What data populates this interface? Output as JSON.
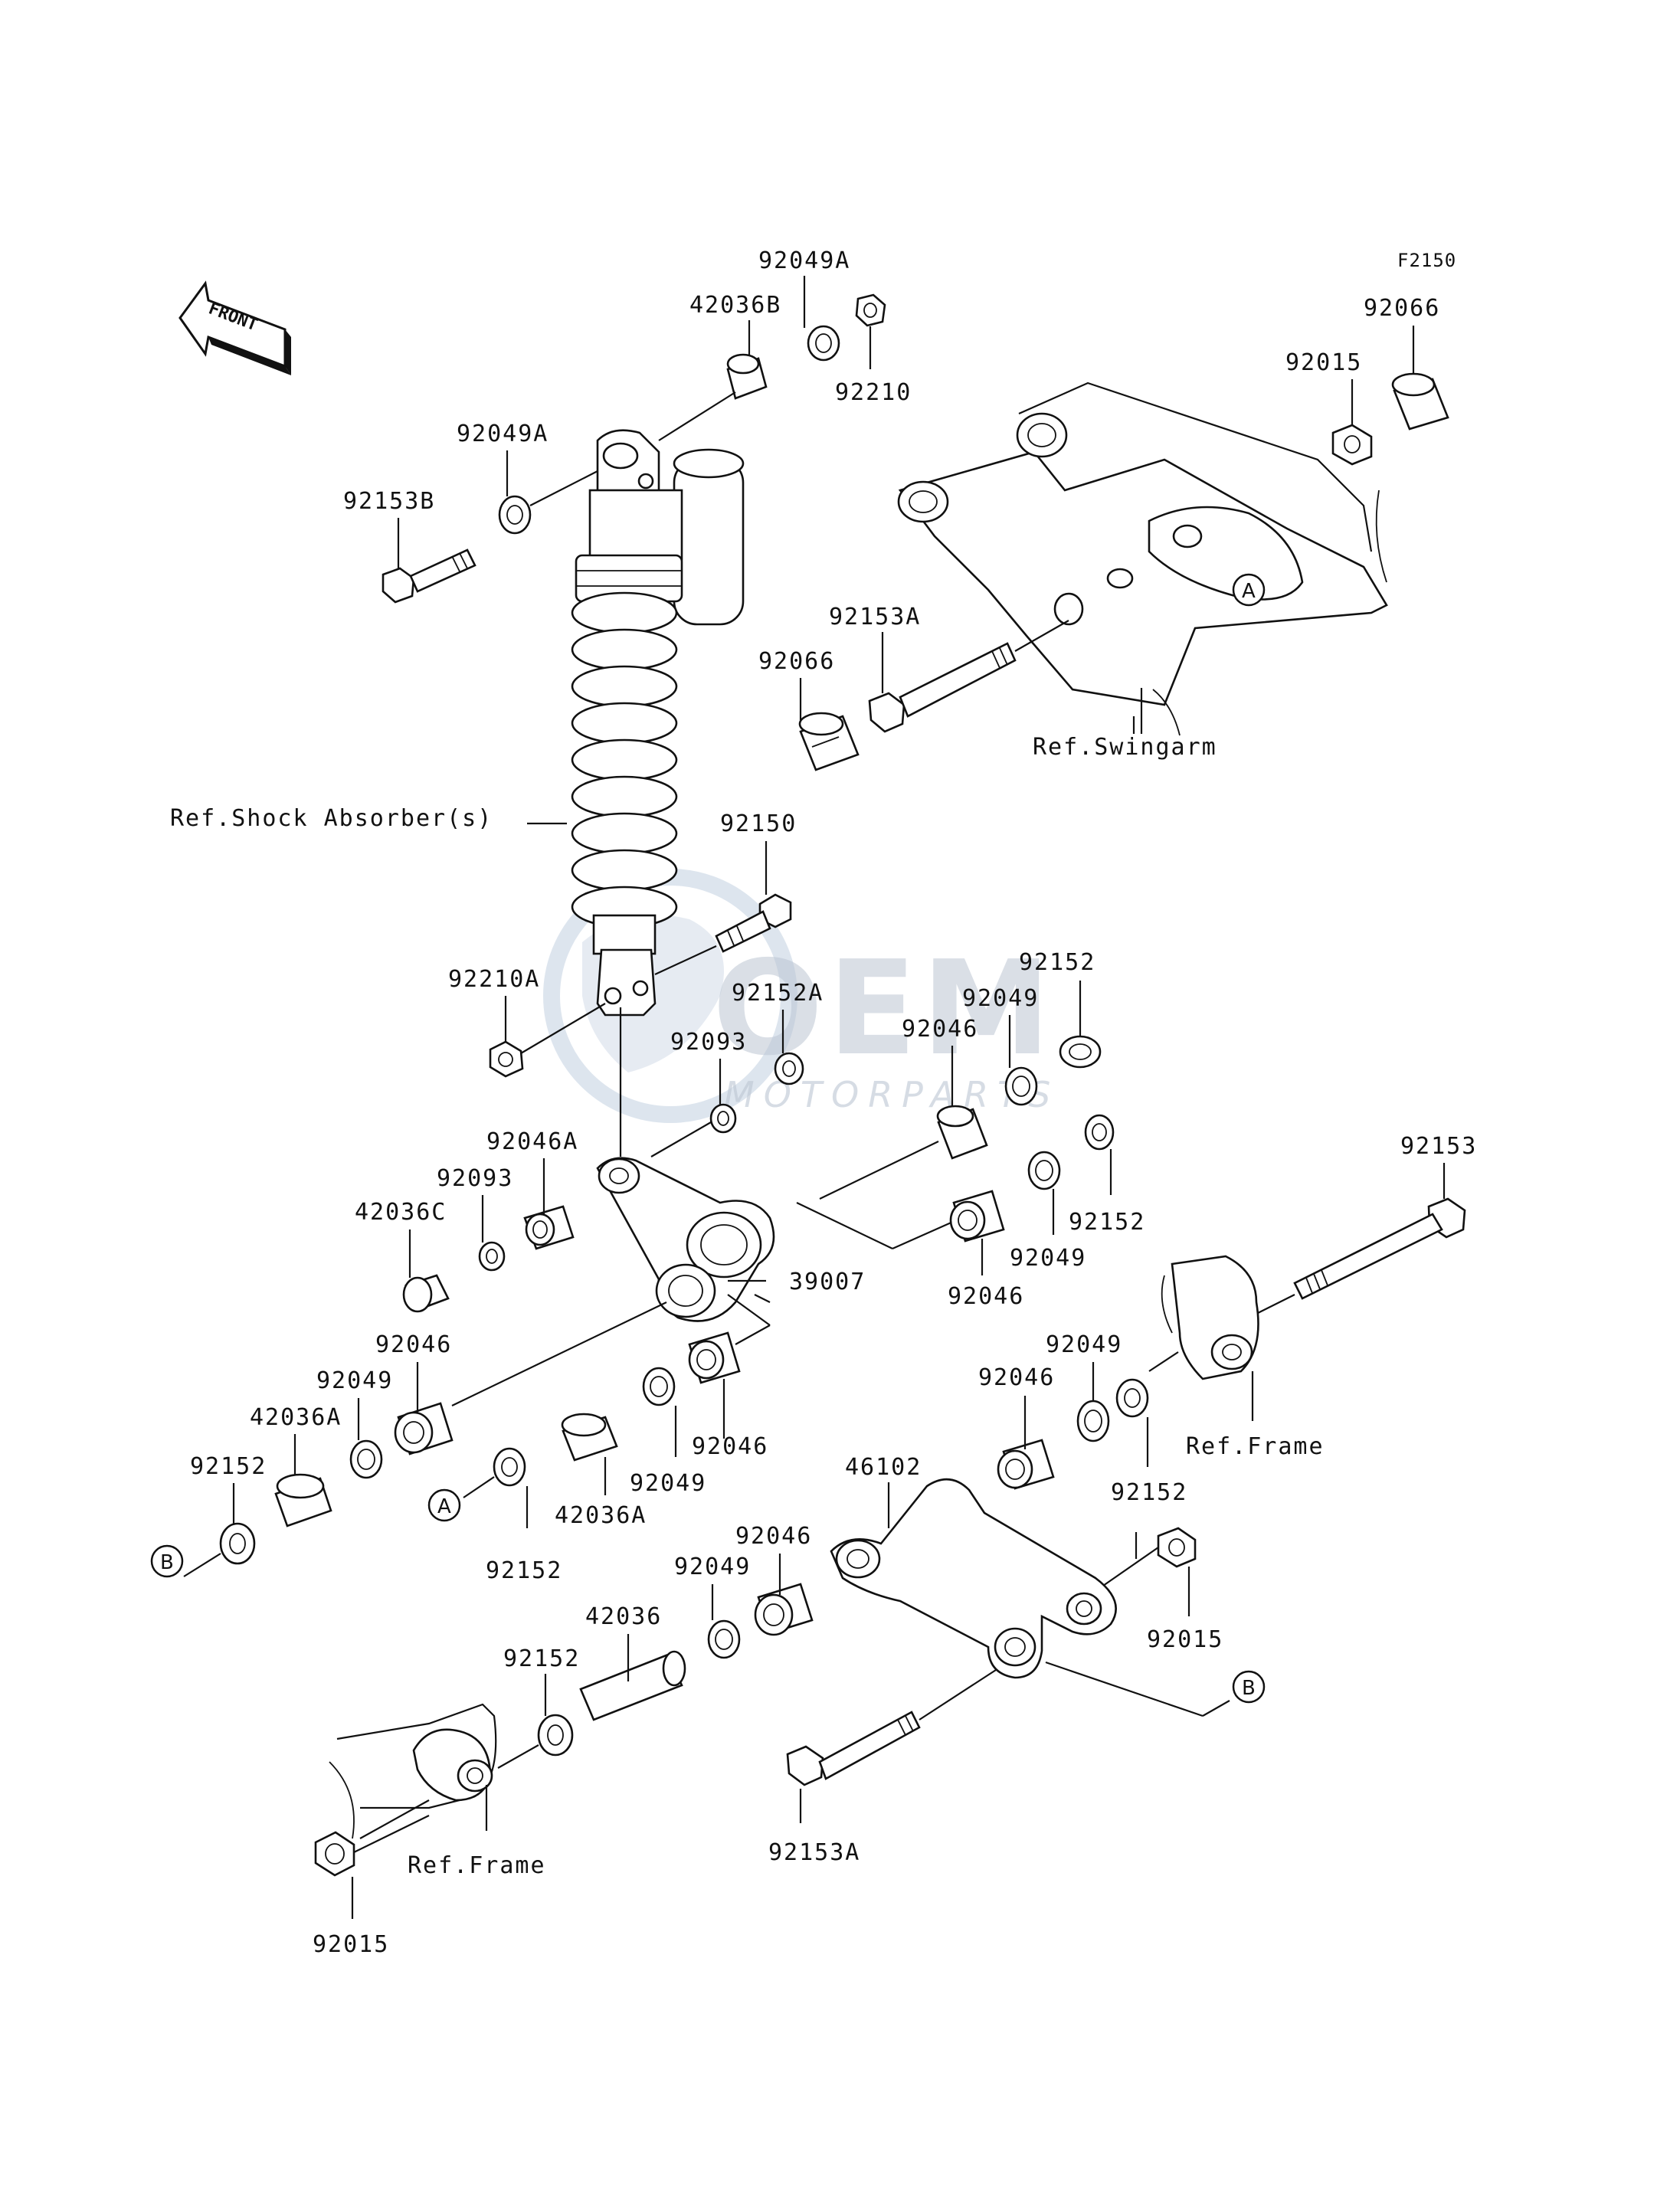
{
  "diagram": {
    "figure_code": "F2150",
    "front_label": "FRONT",
    "watermark": {
      "brand": "OEM",
      "tagline": "MOTORPARTS"
    },
    "refs": {
      "shock": "Ref.Shock Absorber(s)",
      "swingarm": "Ref.Swingarm",
      "frame_right": "Ref.Frame",
      "frame_bottom": "Ref.Frame"
    },
    "callouts": {
      "A": "A",
      "B": "B"
    },
    "parts": {
      "p_92049A_top": "92049A",
      "p_42036B": "42036B",
      "p_92210": "92210",
      "p_92066_top": "92066",
      "p_92015_top": "92015",
      "p_92049A_left": "92049A",
      "p_92153B": "92153B",
      "p_92153A_top": "92153A",
      "p_92066_mid": "92066",
      "p_92150": "92150",
      "p_92210A": "92210A",
      "p_92152A": "92152A",
      "p_92152_r1": "92152",
      "p_92049_r1": "92049",
      "p_92046_r1": "92046",
      "p_92093_a": "92093",
      "p_92046A": "92046A",
      "p_92093_b": "92093",
      "p_42036C": "42036C",
      "p_92153": "92153",
      "p_92152_r2": "92152",
      "p_92049_r2": "92049",
      "p_92046_r2": "92046",
      "p_39007": "39007",
      "p_92046_l": "92046",
      "p_92049_l": "92049",
      "p_42036A_l": "42036A",
      "p_92152_l": "92152",
      "p_92049_r3": "92049",
      "p_92046_r3": "92046",
      "p_92046_m": "92046",
      "p_42036A_m": "42036A",
      "p_92049_m": "92049",
      "p_92152_m": "92152",
      "p_92152_r4": "92152",
      "p_46102": "46102",
      "p_92046_b": "92046",
      "p_92049_b": "92049",
      "p_42036": "42036",
      "p_92152_b": "92152",
      "p_92015_r": "92015",
      "p_92153A_b": "92153A",
      "p_92015_b": "92015"
    }
  }
}
